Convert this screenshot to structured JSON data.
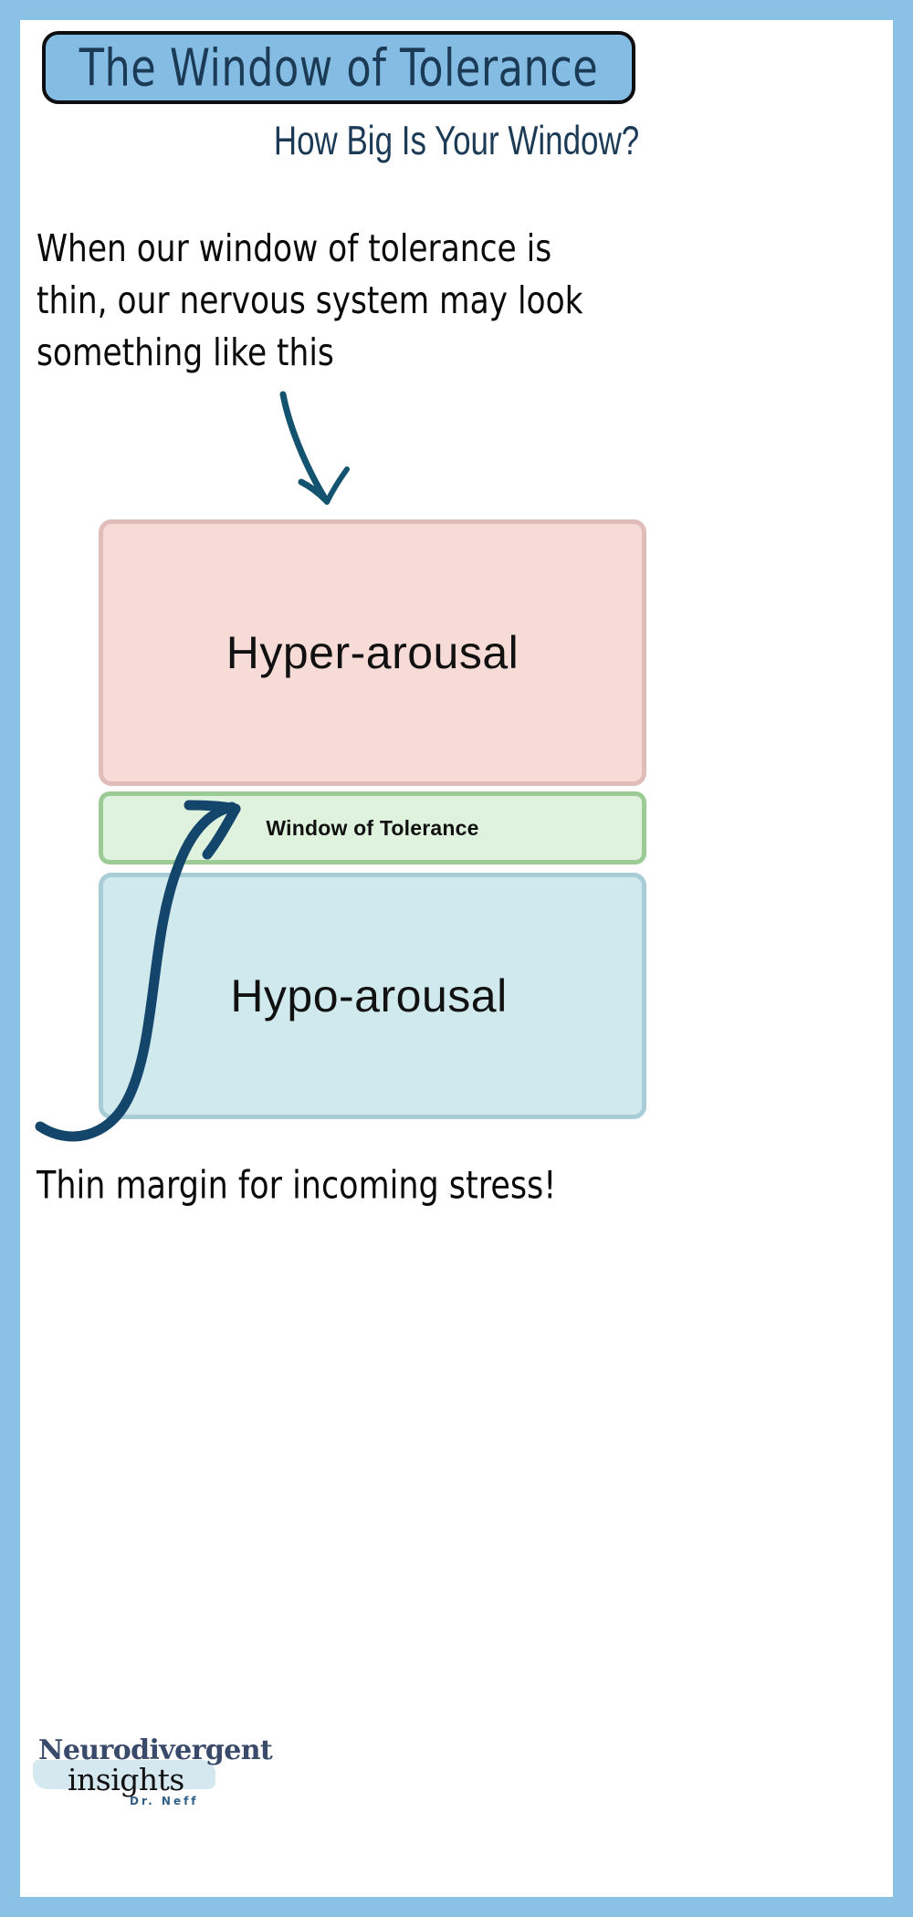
{
  "frame": {
    "border_color": "#8cc1e6",
    "canvas_color": "#ffffff"
  },
  "header": {
    "title": "The Window of Tolerance",
    "title_box_fill": "#85bce3",
    "title_box_border": "#0d0d12",
    "title_text_color": "#1b3a55",
    "subtitle": "How Big Is Your Window?"
  },
  "body": {
    "intro_text": "When our window of tolerance is thin, our nervous system may look something like this",
    "caption_text": "Thin margin for incoming stress!"
  },
  "diagram": {
    "zones": [
      {
        "id": "hyper",
        "label": "Hyper-arousal",
        "fill": "#f7dbd6",
        "border": "#e0bdb8"
      },
      {
        "id": "window",
        "label": "Window of Tolerance",
        "fill": "#dff2dd",
        "border": "#9ccb96"
      },
      {
        "id": "hypo",
        "label": "Hypo-arousal",
        "fill": "#cfe9ed",
        "border": "#a8cdd6"
      }
    ],
    "arrows": [
      {
        "id": "down-arrow",
        "color": "#14536f",
        "points_to": "hyper"
      },
      {
        "id": "curved-arrow",
        "color": "#14466b",
        "points_to": "window"
      }
    ]
  },
  "logo": {
    "line1": "Neurodivergent",
    "line2": "insights",
    "line3": "Dr. Neff",
    "line1_color": "#3a4a6b",
    "line3_color": "#2f5f86",
    "swash_color": "#d3e6ee"
  }
}
